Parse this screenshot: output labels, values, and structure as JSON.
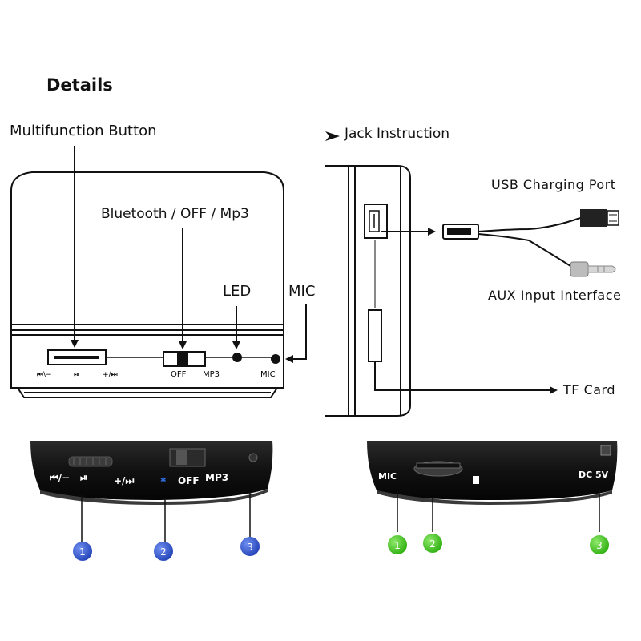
{
  "title": "Details",
  "labels": {
    "multifunction_button": "Multifunction Button",
    "jack_instruction": "Jack Instruction",
    "bluetooth_switch": "Bluetooth / OFF / Mp3",
    "led": "LED",
    "mic": "MIC",
    "usb_port": "USB Charging Port",
    "aux_input": "AUX Input Interface",
    "tf_card": "TF Card"
  },
  "front_panel": {
    "button_labels": [
      "⏮\\−",
      "⏯",
      "+/⏭"
    ],
    "switch_off": "OFF",
    "switch_mp3": "MP3",
    "mic_label": "MIC"
  },
  "photo_left": {
    "controls": [
      "⏮/−",
      "⏯",
      "+/⏭"
    ],
    "switch_off": "OFF",
    "switch_mp3": "MP3",
    "markers": [
      "1",
      "2",
      "3"
    ],
    "marker_color": "#2f56c9"
  },
  "photo_right": {
    "mic_label": "MIC",
    "dc_label": "DC 5V",
    "markers": [
      "1",
      "2",
      "3"
    ],
    "marker_color": "#3fc21a"
  }
}
